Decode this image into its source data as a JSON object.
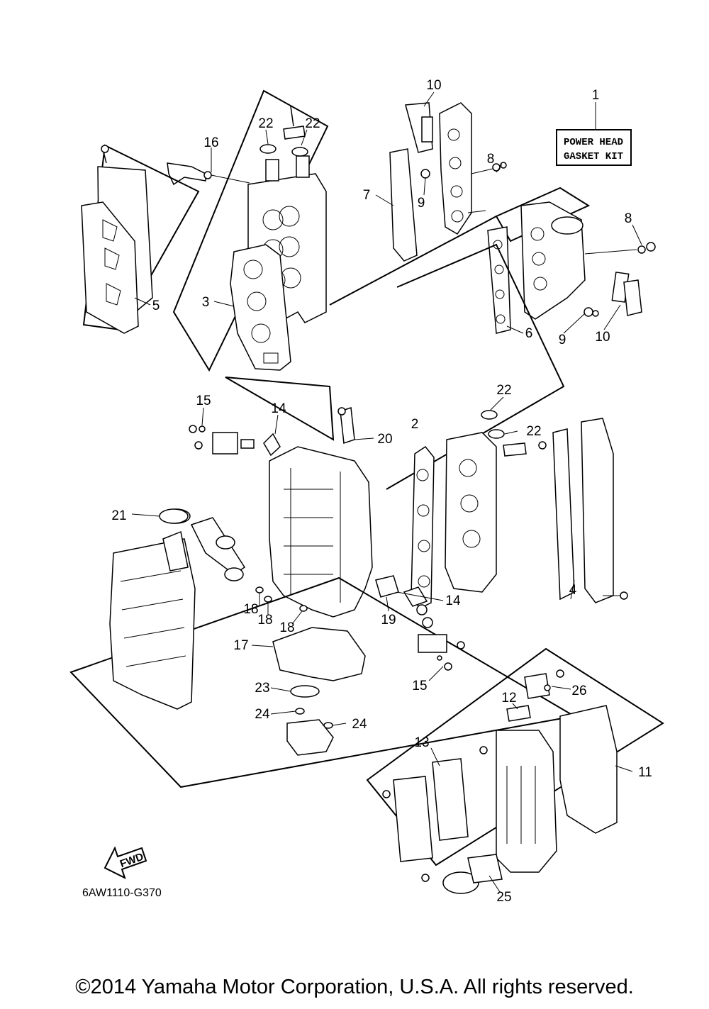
{
  "diagram": {
    "code": "6AW1110-G370",
    "fwd_label": "FWD",
    "kit_box": {
      "line1": "POWER HEAD",
      "line2": "GASKET KIT"
    },
    "callouts": [
      "1",
      "2",
      "3",
      "4",
      "5",
      "6",
      "7",
      "8",
      "8",
      "9",
      "9",
      "10",
      "10",
      "11",
      "12",
      "13",
      "14",
      "14",
      "15",
      "15",
      "16",
      "17",
      "18",
      "18",
      "18",
      "19",
      "20",
      "21",
      "22",
      "22",
      "22",
      "22",
      "23",
      "24",
      "24",
      "25",
      "26"
    ]
  },
  "footer": {
    "copyright": "©2014 Yamaha Motor Corporation, U.S.A. All rights reserved."
  }
}
